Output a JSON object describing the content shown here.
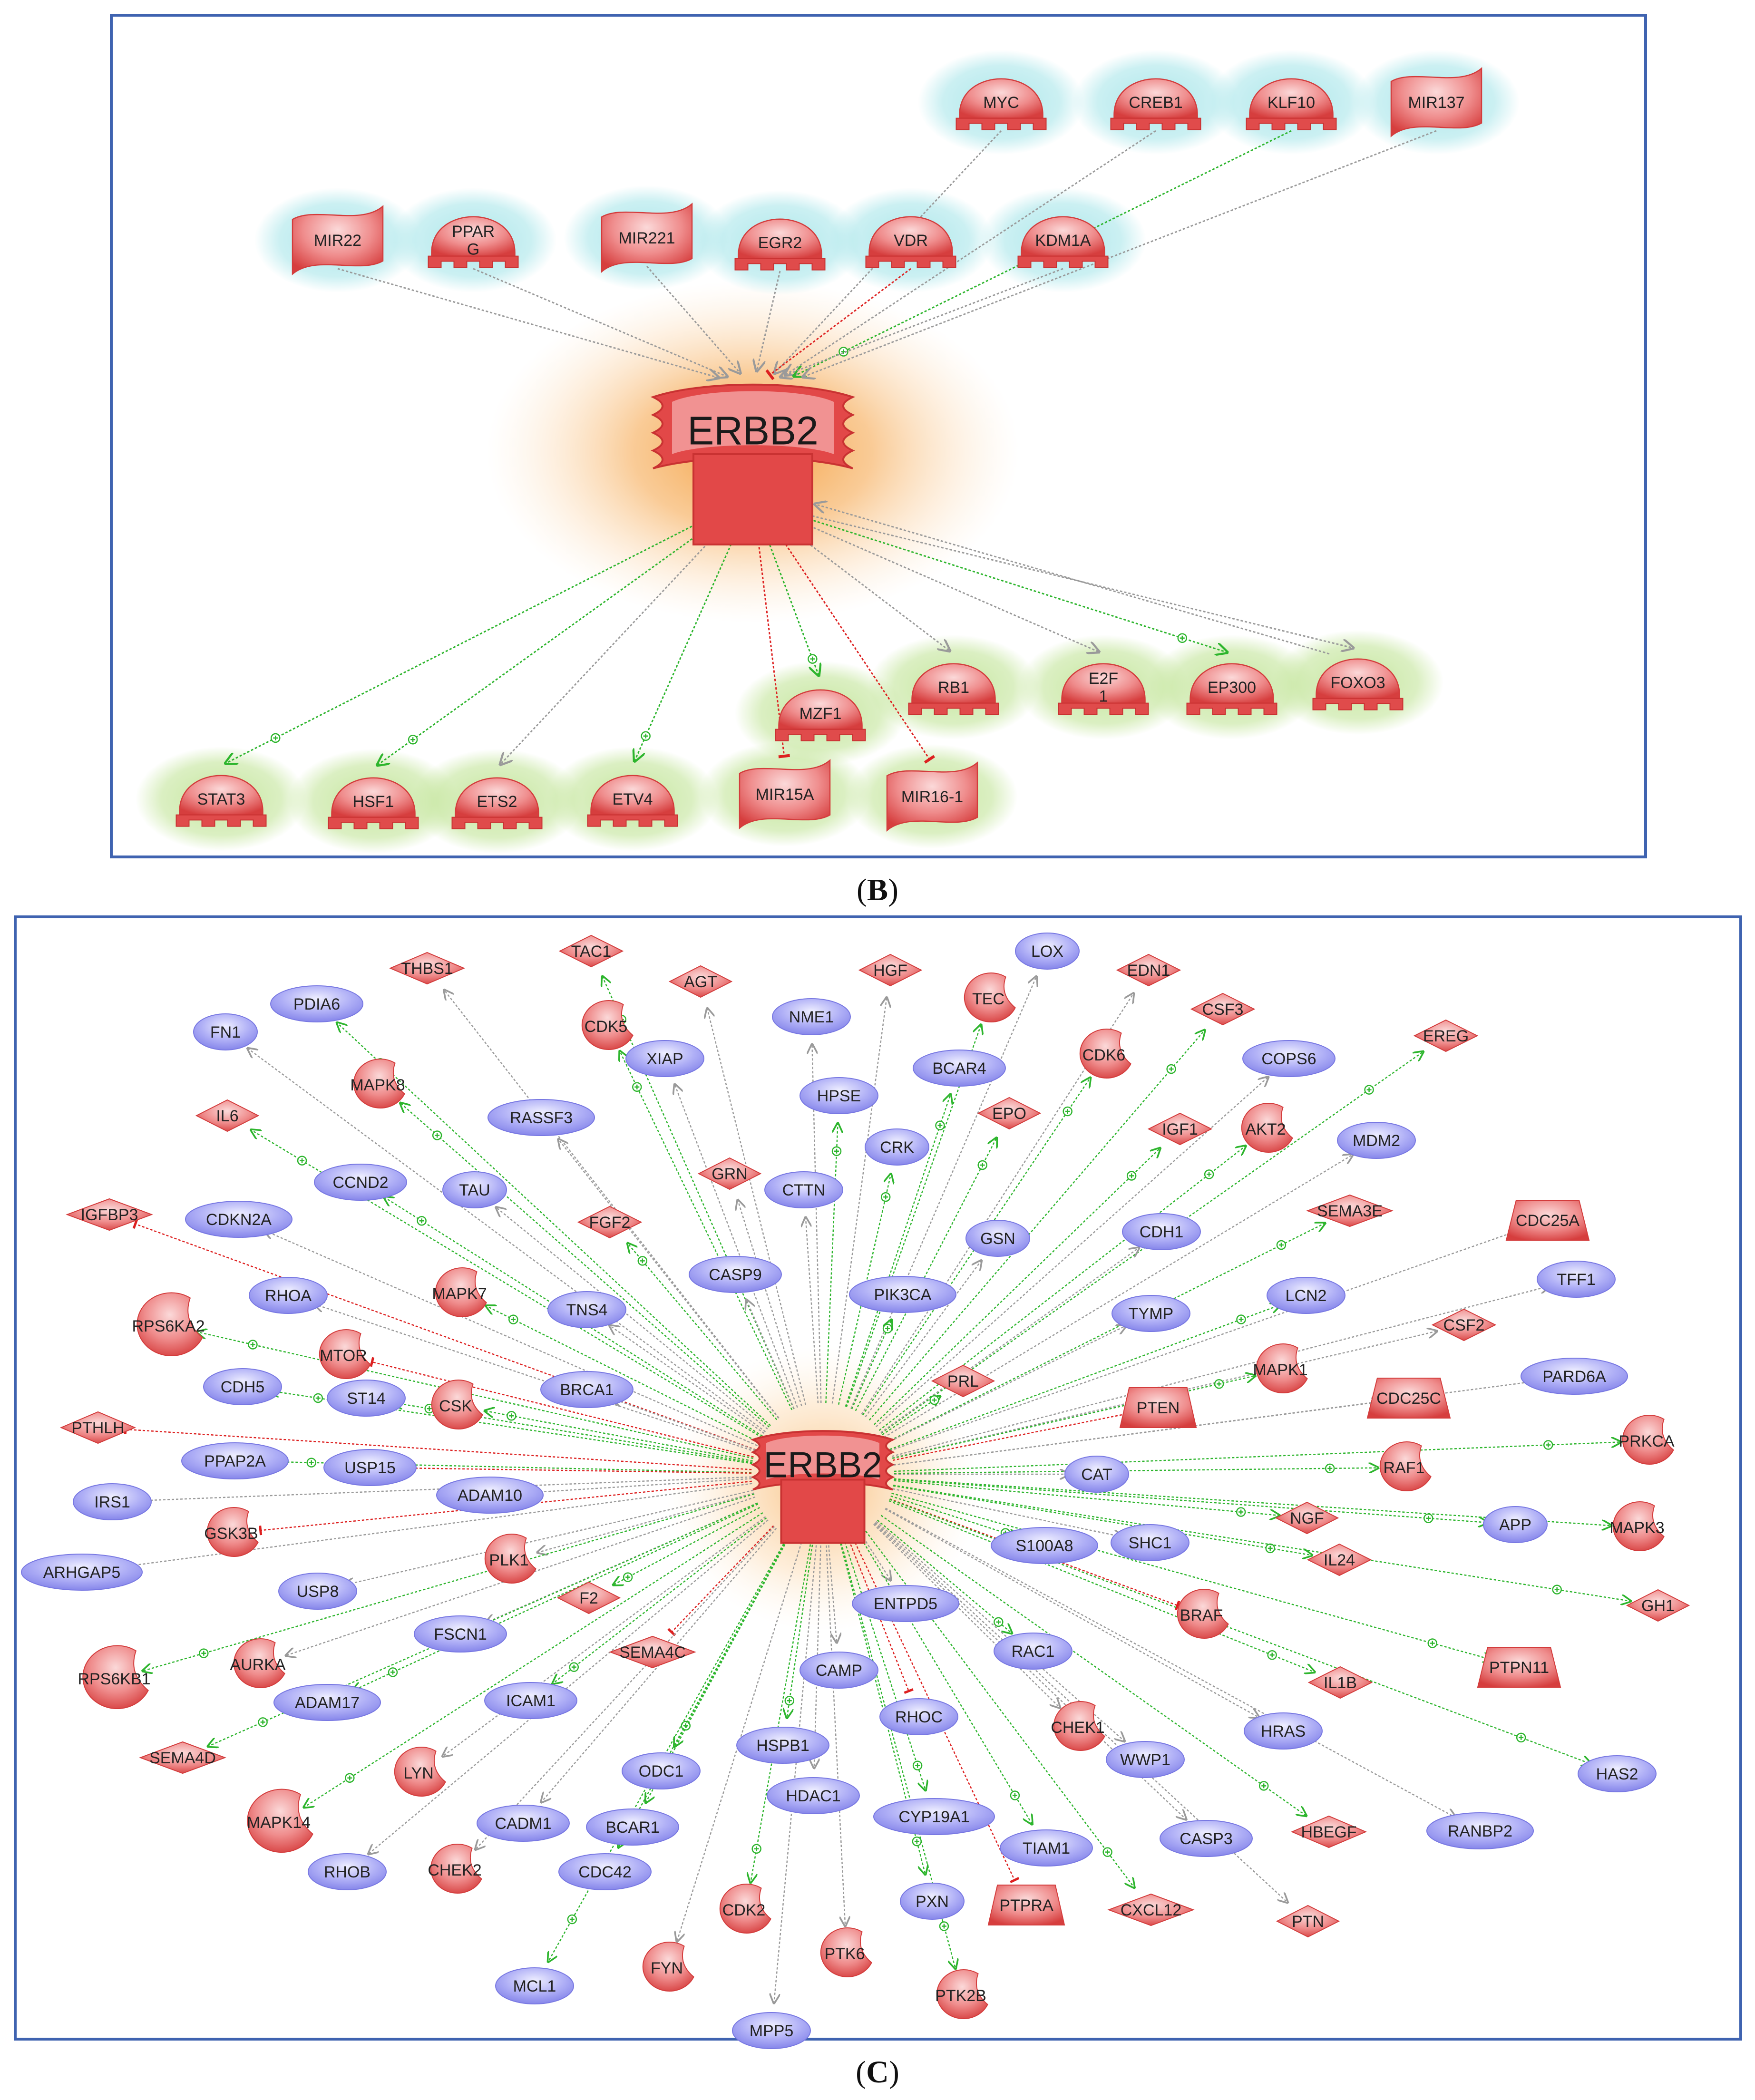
{
  "panel_b": {
    "label": "B",
    "center": "ERBB2",
    "upstream": [
      {
        "id": "MYC",
        "shape": "tf",
        "edge": "gray"
      },
      {
        "id": "CREB1",
        "shape": "tf",
        "edge": "gray"
      },
      {
        "id": "KLF10",
        "shape": "tf",
        "edge": "green"
      },
      {
        "id": "MIR137",
        "shape": "mir",
        "edge": "gray"
      },
      {
        "id": "MIR22",
        "shape": "mir",
        "edge": "gray"
      },
      {
        "id": "PPARG",
        "text": "PPAR\nG",
        "shape": "tf",
        "edge": "gray"
      },
      {
        "id": "MIR221",
        "shape": "mir",
        "edge": "gray"
      },
      {
        "id": "EGR2",
        "shape": "tf",
        "edge": "gray"
      },
      {
        "id": "VDR",
        "shape": "tf",
        "edge": "red"
      },
      {
        "id": "KDM1A",
        "shape": "tf",
        "edge": "gray"
      }
    ],
    "downstream": [
      {
        "id": "STAT3",
        "shape": "tf",
        "edge": "green"
      },
      {
        "id": "HSF1",
        "shape": "tf",
        "edge": "green"
      },
      {
        "id": "ETS2",
        "shape": "tf",
        "edge": "gray"
      },
      {
        "id": "ETV4",
        "shape": "tf",
        "edge": "green"
      },
      {
        "id": "MIR15A",
        "shape": "mir",
        "edge": "red"
      },
      {
        "id": "MIR16-1",
        "shape": "mir",
        "edge": "red"
      },
      {
        "id": "MZF1",
        "shape": "tf",
        "edge": "green"
      },
      {
        "id": "RB1",
        "shape": "tf",
        "edge": "gray"
      },
      {
        "id": "E2F1",
        "text": "E2F\n1",
        "shape": "tf",
        "edge": "gray"
      },
      {
        "id": "EP300",
        "shape": "tf",
        "edge": "green"
      },
      {
        "id": "FOXO3",
        "shape": "tf",
        "edge": "gray"
      }
    ]
  },
  "panel_c": {
    "label": "C",
    "center": "ERBB2",
    "nodes": [
      {
        "id": "LOX",
        "shape": "ellipse",
        "edge": "gray"
      },
      {
        "id": "TAC1",
        "shape": "diamond",
        "edge": "green"
      },
      {
        "id": "THBS1",
        "shape": "diamond",
        "edge": "gray"
      },
      {
        "id": "AGT",
        "shape": "diamond",
        "edge": "gray"
      },
      {
        "id": "HGF",
        "shape": "diamond",
        "edge": "gray"
      },
      {
        "id": "EDN1",
        "shape": "diamond",
        "edge": "gray"
      },
      {
        "id": "TEC",
        "shape": "kinase",
        "edge": "green"
      },
      {
        "id": "CDK5",
        "shape": "kinase",
        "edge": "green"
      },
      {
        "id": "NME1",
        "shape": "ellipse",
        "edge": "gray"
      },
      {
        "id": "PDIA6",
        "shape": "ellipse",
        "edge": "green"
      },
      {
        "id": "CSF3",
        "shape": "diamond",
        "edge": "green"
      },
      {
        "id": "FN1",
        "shape": "ellipse",
        "edge": "gray"
      },
      {
        "id": "XIAP",
        "shape": "ellipse",
        "edge": "gray"
      },
      {
        "id": "CDK6",
        "shape": "kinase",
        "edge": "green"
      },
      {
        "id": "BCAR4",
        "shape": "ellipse",
        "edge": "green"
      },
      {
        "id": "COPS6",
        "shape": "ellipse",
        "edge": "gray"
      },
      {
        "id": "EREG",
        "shape": "diamond",
        "edge": "green"
      },
      {
        "id": "MAPK8",
        "shape": "kinase",
        "edge": "green"
      },
      {
        "id": "HPSE",
        "shape": "ellipse",
        "edge": "green"
      },
      {
        "id": "EPO",
        "shape": "diamond",
        "edge": "green"
      },
      {
        "id": "RASSF3",
        "shape": "ellipse",
        "edge": "gray"
      },
      {
        "id": "IL6",
        "shape": "diamond",
        "edge": "green"
      },
      {
        "id": "IGF1",
        "shape": "diamond",
        "edge": "green"
      },
      {
        "id": "AKT2",
        "shape": "kinase",
        "edge": "green"
      },
      {
        "id": "CRK",
        "shape": "ellipse",
        "edge": "green"
      },
      {
        "id": "MDM2",
        "shape": "ellipse",
        "edge": "gray"
      },
      {
        "id": "GRN",
        "shape": "diamond",
        "edge": "gray"
      },
      {
        "id": "CCND2",
        "shape": "ellipse",
        "edge": "green"
      },
      {
        "id": "TAU",
        "shape": "ellipse",
        "edge": "gray"
      },
      {
        "id": "CTTN",
        "shape": "ellipse",
        "edge": "gray"
      },
      {
        "id": "IGFBP3",
        "shape": "diamond",
        "edge": "red"
      },
      {
        "id": "SEMA3E",
        "shape": "diamond",
        "edge": "green"
      },
      {
        "id": "CDC25A",
        "shape": "trap",
        "edge": "gray"
      },
      {
        "id": "CDKN2A",
        "shape": "ellipse",
        "edge": "gray"
      },
      {
        "id": "FGF2",
        "shape": "diamond",
        "edge": "green"
      },
      {
        "id": "GSN",
        "shape": "ellipse",
        "edge": "gray"
      },
      {
        "id": "CDH1",
        "shape": "ellipse",
        "edge": "gray"
      },
      {
        "id": "CASP9",
        "shape": "ellipse",
        "edge": "gray"
      },
      {
        "id": "TFF1",
        "shape": "ellipse",
        "edge": "gray"
      },
      {
        "id": "RHOA",
        "shape": "ellipse",
        "edge": "gray"
      },
      {
        "id": "RPS6KA2",
        "shape": "kinase",
        "edge": "green"
      },
      {
        "id": "MAPK7",
        "shape": "kinase",
        "edge": "green"
      },
      {
        "id": "TNS4",
        "shape": "ellipse",
        "edge": "gray"
      },
      {
        "id": "PIK3CA",
        "shape": "ellipse",
        "edge": "green"
      },
      {
        "id": "LCN2",
        "shape": "ellipse",
        "edge": "green"
      },
      {
        "id": "TYMP",
        "shape": "ellipse",
        "edge": "gray"
      },
      {
        "id": "CSF2",
        "shape": "diamond",
        "edge": "gray"
      },
      {
        "id": "MTOR",
        "shape": "kinase",
        "edge": "red"
      },
      {
        "id": "CDH5",
        "shape": "ellipse",
        "edge": "green"
      },
      {
        "id": "ST14",
        "shape": "ellipse",
        "edge": "green"
      },
      {
        "id": "BRCA1",
        "shape": "ellipse",
        "edge": "gray"
      },
      {
        "id": "CSK",
        "shape": "kinase",
        "edge": "green"
      },
      {
        "id": "PRL",
        "shape": "diamond",
        "edge": "green"
      },
      {
        "id": "MAPK1",
        "shape": "kinase",
        "edge": "green"
      },
      {
        "id": "PARD6A",
        "shape": "ellipse",
        "edge": "gray"
      },
      {
        "id": "CDC25C",
        "shape": "trap",
        "edge": "gray"
      },
      {
        "id": "PTEN",
        "shape": "trap",
        "edge": "red"
      },
      {
        "id": "PTHLH",
        "shape": "diamond",
        "edge": "red"
      },
      {
        "id": "PPAP2A",
        "shape": "ellipse",
        "edge": "green"
      },
      {
        "id": "USP15",
        "shape": "ellipse",
        "edge": "red"
      },
      {
        "id": "ADAM10",
        "shape": "ellipse",
        "edge": "gray"
      },
      {
        "id": "IRS1",
        "shape": "ellipse",
        "edge": "gray"
      },
      {
        "id": "CAT",
        "shape": "ellipse",
        "edge": "gray"
      },
      {
        "id": "RAF1",
        "shape": "kinase",
        "edge": "green"
      },
      {
        "id": "PRKCA",
        "shape": "kinase",
        "edge": "green"
      },
      {
        "id": "GSK3B",
        "shape": "kinase",
        "edge": "red"
      },
      {
        "id": "NGF",
        "shape": "diamond",
        "edge": "green"
      },
      {
        "id": "APP",
        "shape": "ellipse",
        "edge": "green"
      },
      {
        "id": "MAPK3",
        "shape": "kinase",
        "edge": "green"
      },
      {
        "id": "ARHGAP5",
        "shape": "ellipse",
        "edge": "gray"
      },
      {
        "id": "S100A8",
        "shape": "ellipse",
        "edge": "green"
      },
      {
        "id": "SHC1",
        "shape": "ellipse",
        "edge": "gray"
      },
      {
        "id": "IL24",
        "shape": "diamond",
        "edge": "green"
      },
      {
        "id": "PLK1",
        "shape": "kinase",
        "edge": "gray"
      },
      {
        "id": "USP8",
        "shape": "ellipse",
        "edge": "gray"
      },
      {
        "id": "F2",
        "shape": "diamond",
        "edge": "green"
      },
      {
        "id": "ENTPD5",
        "shape": "ellipse",
        "edge": "gray"
      },
      {
        "id": "GH1",
        "shape": "diamond",
        "edge": "green"
      },
      {
        "id": "BRAF",
        "shape": "kinase",
        "edge": "red"
      },
      {
        "id": "FSCN1",
        "shape": "ellipse",
        "edge": "gray"
      },
      {
        "id": "RPS6KB1",
        "shape": "kinase",
        "edge": "green"
      },
      {
        "id": "AURKA",
        "shape": "kinase",
        "edge": "gray"
      },
      {
        "id": "RAC1",
        "shape": "ellipse",
        "edge": "green"
      },
      {
        "id": "PTPN11",
        "shape": "trap",
        "edge": "green"
      },
      {
        "id": "SEMA4C",
        "shape": "diamond",
        "edge": "red"
      },
      {
        "id": "CAMP",
        "shape": "ellipse",
        "edge": "gray"
      },
      {
        "id": "ADAM17",
        "shape": "ellipse",
        "edge": "green"
      },
      {
        "id": "IL1B",
        "shape": "diamond",
        "edge": "green"
      },
      {
        "id": "ICAM1",
        "shape": "ellipse",
        "edge": "green"
      },
      {
        "id": "RHOC",
        "shape": "ellipse",
        "edge": "red"
      },
      {
        "id": "CHEK1",
        "shape": "kinase",
        "edge": "gray"
      },
      {
        "id": "HRAS",
        "shape": "ellipse",
        "edge": "gray"
      },
      {
        "id": "SEMA4D",
        "shape": "diamond",
        "edge": "green"
      },
      {
        "id": "HSPB1",
        "shape": "ellipse",
        "edge": "green"
      },
      {
        "id": "WWP1",
        "shape": "ellipse",
        "edge": "gray"
      },
      {
        "id": "HAS2",
        "shape": "ellipse",
        "edge": "green"
      },
      {
        "id": "LYN",
        "shape": "kinase",
        "edge": "gray"
      },
      {
        "id": "ODC1",
        "shape": "ellipse",
        "edge": "green"
      },
      {
        "id": "HDAC1",
        "shape": "ellipse",
        "edge": "gray"
      },
      {
        "id": "CYP19A1",
        "shape": "ellipse",
        "edge": "green"
      },
      {
        "id": "MAPK14",
        "shape": "kinase",
        "edge": "green"
      },
      {
        "id": "CADM1",
        "shape": "ellipse",
        "edge": "gray"
      },
      {
        "id": "BCAR1",
        "shape": "ellipse",
        "edge": "green"
      },
      {
        "id": "TIAM1",
        "shape": "ellipse",
        "edge": "green"
      },
      {
        "id": "CASP3",
        "shape": "ellipse",
        "edge": "gray"
      },
      {
        "id": "HBEGF",
        "shape": "diamond",
        "edge": "green"
      },
      {
        "id": "RANBP2",
        "shape": "ellipse",
        "edge": "gray"
      },
      {
        "id": "RHOB",
        "shape": "ellipse",
        "edge": "gray"
      },
      {
        "id": "CHEK2",
        "shape": "kinase",
        "edge": "gray"
      },
      {
        "id": "CDC42",
        "shape": "ellipse",
        "edge": "green"
      },
      {
        "id": "PXN",
        "shape": "ellipse",
        "edge": "green"
      },
      {
        "id": "PTPRA",
        "shape": "trap",
        "edge": "red"
      },
      {
        "id": "CXCL12",
        "shape": "diamond",
        "edge": "green"
      },
      {
        "id": "PTN",
        "shape": "diamond",
        "edge": "gray"
      },
      {
        "id": "CDK2",
        "shape": "kinase",
        "edge": "green"
      },
      {
        "id": "MCL1",
        "shape": "ellipse",
        "edge": "green"
      },
      {
        "id": "FYN",
        "shape": "kinase",
        "edge": "gray"
      },
      {
        "id": "PTK6",
        "shape": "kinase",
        "edge": "gray"
      },
      {
        "id": "PTK2B",
        "shape": "kinase",
        "edge": "green"
      },
      {
        "id": "MPP5",
        "shape": "ellipse",
        "edge": "gray"
      }
    ]
  },
  "colors": {
    "node_red": "#e04b4b",
    "node_red_light": "#f6c1c1",
    "node_blue": "#8e8ef0",
    "node_blue_light": "#d8d8ff",
    "edge_gray": "#9a9a9a",
    "edge_green": "#2db52d",
    "edge_red": "#dd2020",
    "frame": "#3f63b0",
    "halo_cyan": "#a9e6ea",
    "halo_green": "#c3e59a",
    "halo_orange": "#f6a13c"
  }
}
